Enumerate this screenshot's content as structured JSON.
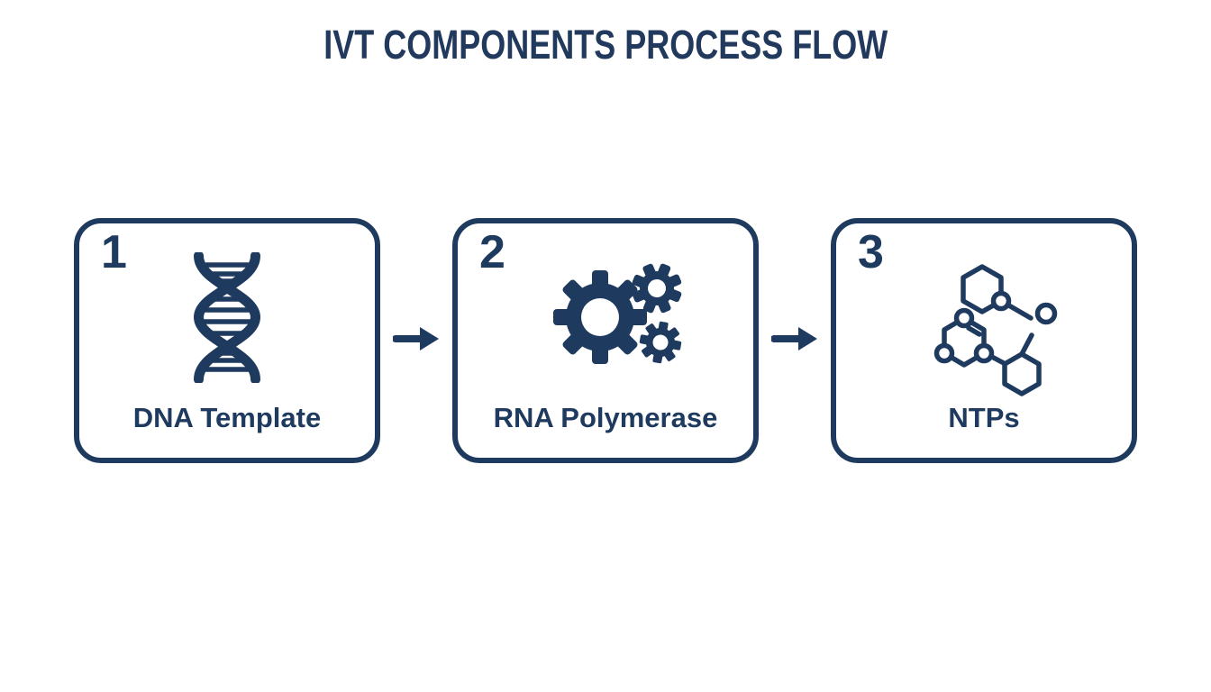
{
  "title": "IVT COMPONENTS PROCESS FLOW",
  "colors": {
    "accent": "#1e3a5e",
    "background": "#ffffff"
  },
  "steps": [
    {
      "number": "1",
      "label": "DNA Template",
      "icon": "dna-helix-icon"
    },
    {
      "number": "2",
      "label": "RNA Polymerase",
      "icon": "gears-icon"
    },
    {
      "number": "3",
      "label": "NTPs",
      "icon": "molecule-icon"
    }
  ],
  "connectors": [
    {
      "icon": "flow-arrow-icon",
      "direction": "right"
    },
    {
      "icon": "flow-arrow-icon",
      "direction": "right"
    }
  ]
}
